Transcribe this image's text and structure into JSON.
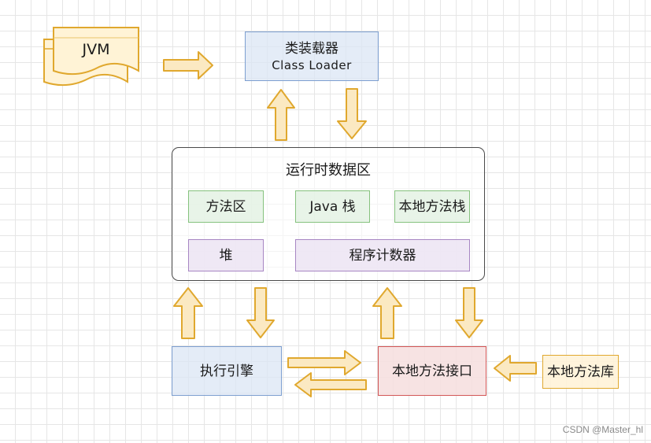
{
  "jvm_label": "JVM",
  "class_loader": {
    "title": "类装载器",
    "subtitle": "Class Loader"
  },
  "runtime_area": {
    "title": "运行时数据区",
    "method_area": "方法区",
    "java_stack": "Java 栈",
    "native_method_stack": "本地方法栈",
    "heap": "堆",
    "program_counter": "程序计数器"
  },
  "execution_engine": "执行引擎",
  "native_interface": "本地方法接口",
  "native_library": "本地方法库",
  "watermark": "CSDN @Master_hl",
  "colors": {
    "arrow_stroke": "#e0a82e",
    "arrow_fill": "#fbe9c2",
    "blue_border": "#7d9fd0",
    "green_border": "#86c27e",
    "purple_border": "#a786c3",
    "red_border": "#d25656"
  }
}
